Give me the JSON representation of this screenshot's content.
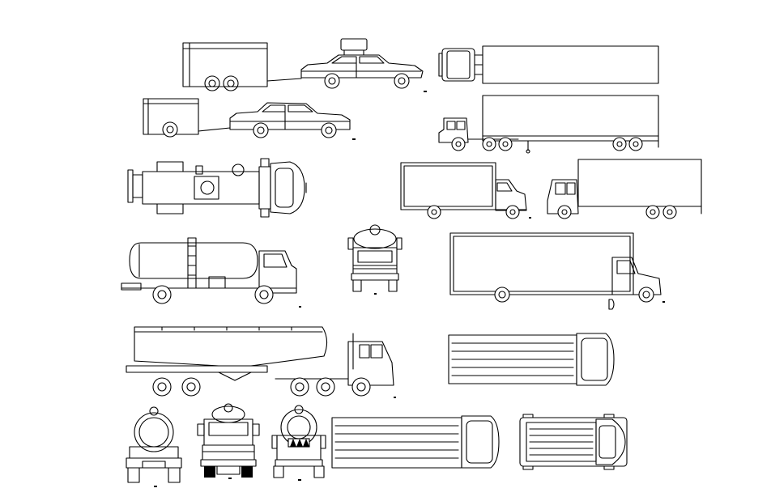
{
  "drawing": {
    "background": "#ffffff",
    "line_color": "#000000"
  },
  "blocks": [
    {
      "name": "car-with-box-trailer-side",
      "label": ""
    },
    {
      "name": "tractor-trailer-top-view",
      "label": ""
    },
    {
      "name": "car-with-small-trailer-side",
      "label": ""
    },
    {
      "name": "tractor-trailer-side",
      "label": ""
    },
    {
      "name": "tanker-truck-top-view",
      "label": ""
    },
    {
      "name": "box-truck-side",
      "label": ""
    },
    {
      "name": "cabover-box-truck-side",
      "label": ""
    },
    {
      "name": "tanker-truck-side",
      "label": ""
    },
    {
      "name": "tanker-truck-front",
      "label": ""
    },
    {
      "name": "moving-van-side",
      "label": ""
    },
    {
      "name": "bulk-tanker-semi-side",
      "label": ""
    },
    {
      "name": "box-truck-top-view",
      "label": ""
    },
    {
      "name": "tanker-rear-view",
      "label": ""
    },
    {
      "name": "truck-front-view",
      "label": ""
    },
    {
      "name": "tanker-front-view-hazard",
      "label": ""
    },
    {
      "name": "long-truck-top-view",
      "label": ""
    },
    {
      "name": "van-top-view",
      "label": ""
    }
  ]
}
